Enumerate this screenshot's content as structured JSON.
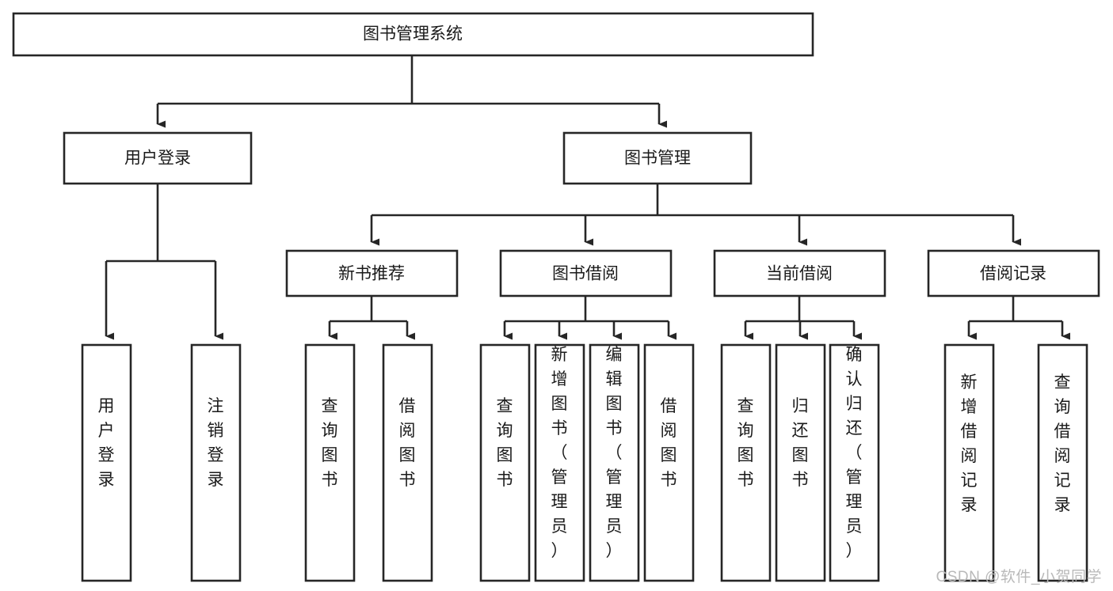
{
  "diagram": {
    "title": "图书管理系统",
    "type": "tree-hierarchy",
    "root": {
      "id": "root",
      "label": "图书管理系统",
      "orientation": "horizontal"
    },
    "level1": [
      {
        "id": "user-login",
        "label": "用户登录",
        "orientation": "horizontal"
      },
      {
        "id": "book-management",
        "label": "图书管理",
        "orientation": "horizontal"
      }
    ],
    "level2": [
      {
        "id": "new-book-recommend",
        "label": "新书推荐",
        "parent": "book-management",
        "orientation": "horizontal"
      },
      {
        "id": "book-borrow",
        "label": "图书借阅",
        "parent": "book-management",
        "orientation": "horizontal"
      },
      {
        "id": "current-borrow",
        "label": "当前借阅",
        "parent": "book-management",
        "orientation": "horizontal"
      },
      {
        "id": "borrow-record",
        "label": "借阅记录",
        "parent": "book-management",
        "orientation": "horizontal"
      }
    ],
    "leaves": [
      {
        "id": "leaf-user-login",
        "label": "用户登录",
        "parent": "user-login",
        "orientation": "vertical"
      },
      {
        "id": "leaf-user-logout",
        "label": "注销登录",
        "parent": "user-login",
        "orientation": "vertical"
      },
      {
        "id": "leaf-query-book-1",
        "label": "查询图书",
        "parent": "new-book-recommend",
        "orientation": "vertical"
      },
      {
        "id": "leaf-borrow-book-1",
        "label": "借阅图书",
        "parent": "new-book-recommend",
        "orientation": "vertical"
      },
      {
        "id": "leaf-query-book-2",
        "label": "查询图书",
        "parent": "book-borrow",
        "orientation": "vertical"
      },
      {
        "id": "leaf-add-book",
        "label": "新增图书（管理员）",
        "parent": "book-borrow",
        "orientation": "vertical"
      },
      {
        "id": "leaf-edit-book",
        "label": "编辑图书（管理员）",
        "parent": "book-borrow",
        "orientation": "vertical"
      },
      {
        "id": "leaf-borrow-book-2",
        "label": "借阅图书",
        "parent": "book-borrow",
        "orientation": "vertical"
      },
      {
        "id": "leaf-query-book-3",
        "label": "查询图书",
        "parent": "current-borrow",
        "orientation": "vertical"
      },
      {
        "id": "leaf-return-book",
        "label": "归还图书",
        "parent": "current-borrow",
        "orientation": "vertical"
      },
      {
        "id": "leaf-confirm-return",
        "label": "确认归还（管理员）",
        "parent": "current-borrow",
        "orientation": "vertical"
      },
      {
        "id": "leaf-add-record",
        "label": "新增借阅记录",
        "parent": "borrow-record",
        "orientation": "vertical"
      },
      {
        "id": "leaf-query-record",
        "label": "查询借阅记录",
        "parent": "borrow-record",
        "orientation": "vertical"
      }
    ],
    "colors": {
      "stroke": "#262626",
      "fill": "#ffffff",
      "text": "#1a1a1a",
      "watermark": "#b9b9b9",
      "background": "#ffffff"
    }
  },
  "watermark": {
    "text": "CSDN @软件_小贺同学"
  }
}
